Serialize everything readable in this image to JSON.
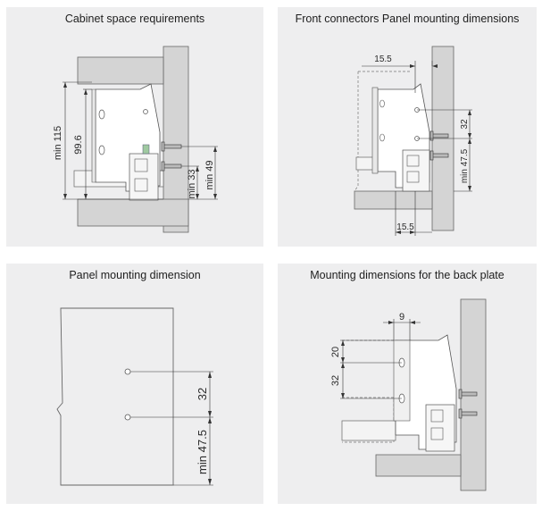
{
  "panels": [
    {
      "title": "Cabinet space requirements",
      "labels": {
        "min115": "min 115",
        "d996": "99.6",
        "min33": "min 33",
        "min49": "min 49"
      }
    },
    {
      "title": "Front connectors Panel mounting dimensions",
      "labels": {
        "top155": "15.5",
        "d32": "32",
        "min475": "min 47.5",
        "bot155": "15.5"
      }
    },
    {
      "title": "Panel mounting dimension",
      "labels": {
        "d32": "32",
        "min475": "min 47.5"
      }
    },
    {
      "title": "Mounting dimensions for the back plate",
      "labels": {
        "d9": "9",
        "d20": "20",
        "d32": "32"
      }
    }
  ]
}
